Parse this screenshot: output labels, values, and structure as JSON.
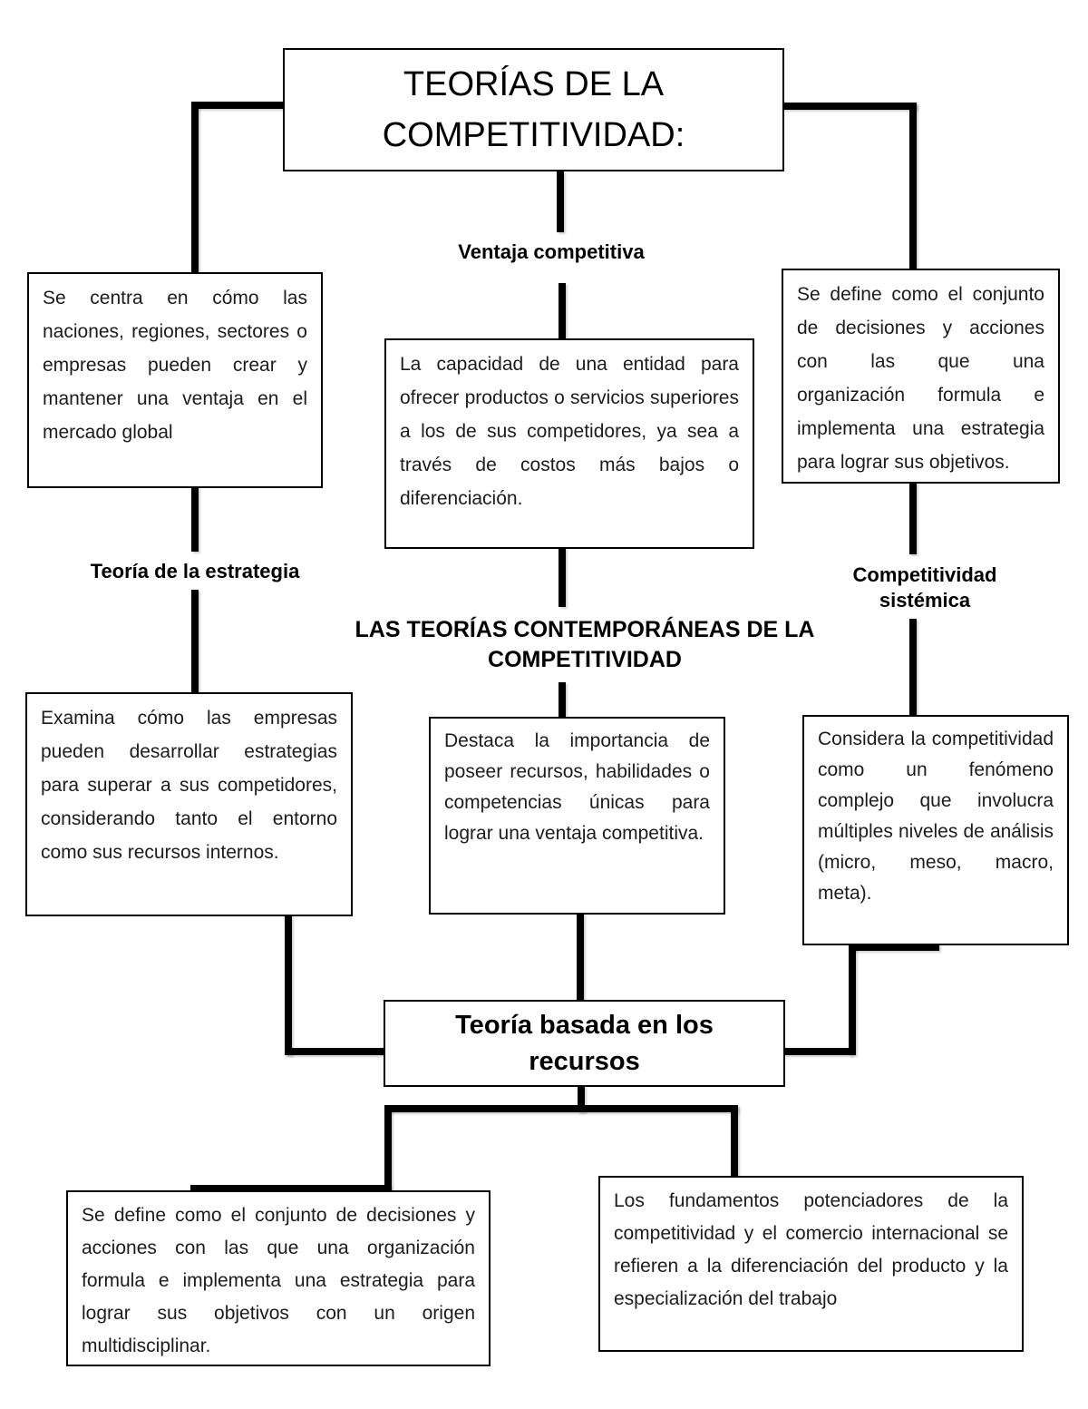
{
  "diagram": {
    "title": "TEORÍAS DE LA COMPETITIVIDAD:",
    "labels": {
      "ventaja_competitiva": "Ventaja competitiva",
      "teoria_estrategia": "Teoría de la estrategia",
      "teorias_contemporaneas": "LAS TEORÍAS CONTEMPORÁNEAS DE LA COMPETITIVIDAD",
      "competitividad_sistemica": "Competitividad sistémica",
      "teoria_recursos": "Teoría basada en los recursos"
    },
    "boxes": {
      "left_top": "Se centra en cómo las naciones, regiones, sectores o empresas pueden crear y mantener una ventaja en el mercado global",
      "center_top": "La capacidad de una entidad para ofrecer productos o servicios superiores a los de sus competidores, ya sea a través de costos más bajos o diferenciación.",
      "right_top": "Se define como el conjunto de decisiones y acciones con las que una organización formula e implementa una estrategia para lograr sus objetivos.",
      "left_mid": "Examina cómo las empresas pueden desarrollar estrategias para superar a sus competidores, considerando tanto el entorno como sus recursos internos.",
      "center_mid": "Destaca la importancia de poseer recursos, habilidades o competencias únicas para lograr una ventaja competitiva.",
      "right_mid": "Considera la competitividad como un fenómeno complejo que involucra múltiples niveles de análisis (micro, meso, macro, meta).",
      "bottom_left": "Se define como el conjunto de decisiones y acciones con las que una organización formula e implementa una estrategia para lograr sus objetivos con un origen multidisciplinar.",
      "bottom_right": "Los fundamentos potenciadores de la competitividad y el comercio internacional se refieren a la diferenciación del producto y la especialización del trabajo"
    },
    "colors": {
      "line": "#000000",
      "border": "#000000",
      "background": "#ffffff",
      "text": "#1c1c1c"
    }
  }
}
